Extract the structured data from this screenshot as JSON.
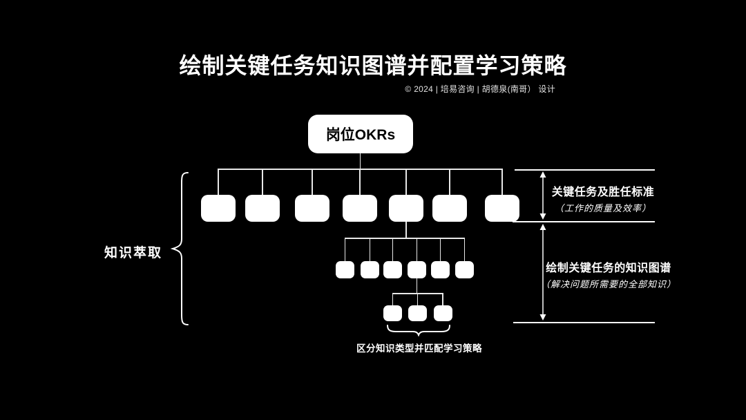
{
  "page": {
    "title": "绘制关键任务知识图谱并配置学习策略",
    "credit": "© 2024 | 培易咨询 | 胡德泉(南哥） 设计",
    "background_color": "#000000",
    "text_color": "#ffffff"
  },
  "diagram": {
    "root": {
      "label": "岗位OKRs",
      "fill": "#ffffff",
      "text_color": "#000000"
    },
    "levels": [
      {
        "name": "key-task-nodes",
        "box_count": 7
      },
      {
        "name": "knowledge-map-nodes",
        "box_count": 6
      },
      {
        "name": "knowledge-type-nodes",
        "box_count": 3
      }
    ],
    "left_label": "知识萃取",
    "bottom_caption": "区分知识类型并匹配学习策略",
    "right_annotations": [
      {
        "title": "关键任务及胜任标准",
        "note": "（工作的质量及效率）"
      },
      {
        "title": "绘制关键任务的知识图谱",
        "note": "（解决问题所需要的全部知识）"
      }
    ],
    "colors": {
      "node_fill": "#ffffff",
      "tree_line": "#e9e9e9",
      "annotation_line": "#fdfdfd"
    }
  }
}
